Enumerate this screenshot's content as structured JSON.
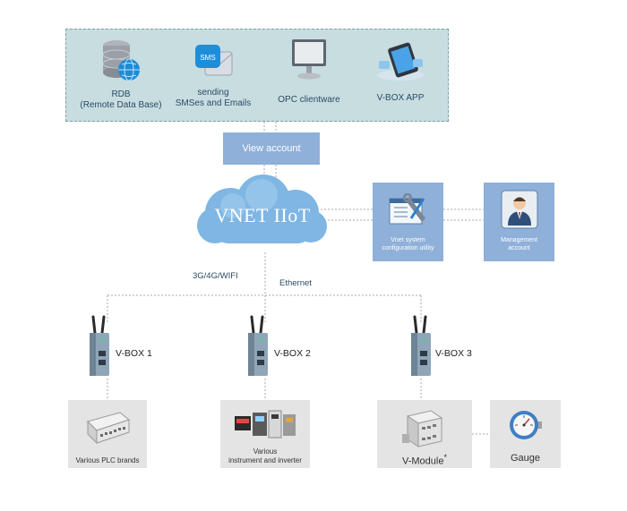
{
  "services": [
    {
      "label": "RDB",
      "sublabel": "(Remote Data Base)",
      "icon": "database-globe-icon"
    },
    {
      "label": "sending",
      "sublabel": "SMSes and Emails",
      "icon": "sms-envelope-icon",
      "icon_text": "SMS"
    },
    {
      "label": "OPC clientware",
      "icon": "monitor-icon"
    },
    {
      "label": "V-BOX APP",
      "icon": "mobile-app-icon"
    }
  ],
  "view_account": "View account",
  "cloud": {
    "label": "VNET IIoT",
    "icon": "cloud-icon",
    "color": "#7fb6e3"
  },
  "side_boxes": [
    {
      "label_line1": "Vnet system",
      "label_line2": "configuration utility",
      "icon": "config-tools-icon"
    },
    {
      "label_line1": "Management",
      "label_line2": "account",
      "icon": "manager-person-icon"
    }
  ],
  "links": {
    "wireless": "3G/4G/WIFI",
    "wired": "Ethernet"
  },
  "gateways": [
    {
      "label": "V-BOX 1",
      "icon": "vbox-router-icon"
    },
    {
      "label": "V-BOX 2",
      "icon": "vbox-router-icon"
    },
    {
      "label": "V-BOX 3",
      "icon": "vbox-router-icon"
    }
  ],
  "devices": [
    {
      "label_line1": "Various PLC brands",
      "label_line2": "",
      "icon": "plc-icon"
    },
    {
      "label_line1": "Various",
      "label_line2": "instrument and inverter",
      "icon": "instruments-icon"
    },
    {
      "label_line1": "V-Module",
      "label_line2": "",
      "superscript": "*",
      "icon": "vmodule-icon"
    },
    {
      "label_line1": "Gauge",
      "label_line2": "",
      "icon": "gauge-icon"
    }
  ],
  "colors": {
    "panel": "#c8dde0",
    "box_blue": "#8fb0d8",
    "device_bg": "#e4e4e4",
    "line": "#a8a8a8"
  }
}
